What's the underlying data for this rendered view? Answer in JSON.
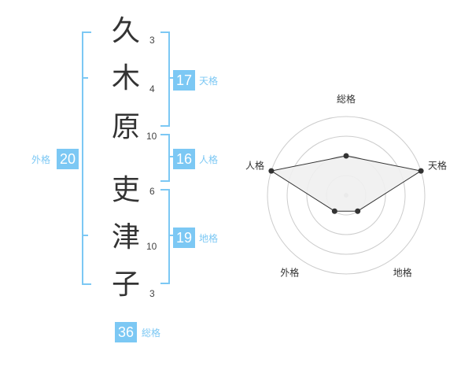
{
  "name": {
    "chars": [
      {
        "char": "久",
        "strokes": "3"
      },
      {
        "char": "木",
        "strokes": "4"
      },
      {
        "char": "原",
        "strokes": "10"
      },
      {
        "char": "吏",
        "strokes": "6"
      },
      {
        "char": "津",
        "strokes": "10"
      },
      {
        "char": "子",
        "strokes": "3"
      }
    ]
  },
  "kakusu": {
    "tenkaku": {
      "value": "17",
      "label": "天格"
    },
    "jinkaku": {
      "value": "16",
      "label": "人格"
    },
    "chikaku": {
      "value": "19",
      "label": "地格"
    },
    "gaikaku": {
      "value": "20",
      "label": "外格"
    },
    "soukaku": {
      "value": "36",
      "label": "総格"
    }
  },
  "colors": {
    "accent": "#7cc8f4",
    "text": "#333333",
    "grid": "#cccccc",
    "fill": "#f0f0f0"
  },
  "chart_data": {
    "type": "radar",
    "axes": [
      "総格",
      "天格",
      "地格",
      "外格",
      "人格"
    ],
    "values": [
      2,
      4,
      1,
      1,
      4
    ],
    "rmax": 4,
    "rings": 4
  }
}
